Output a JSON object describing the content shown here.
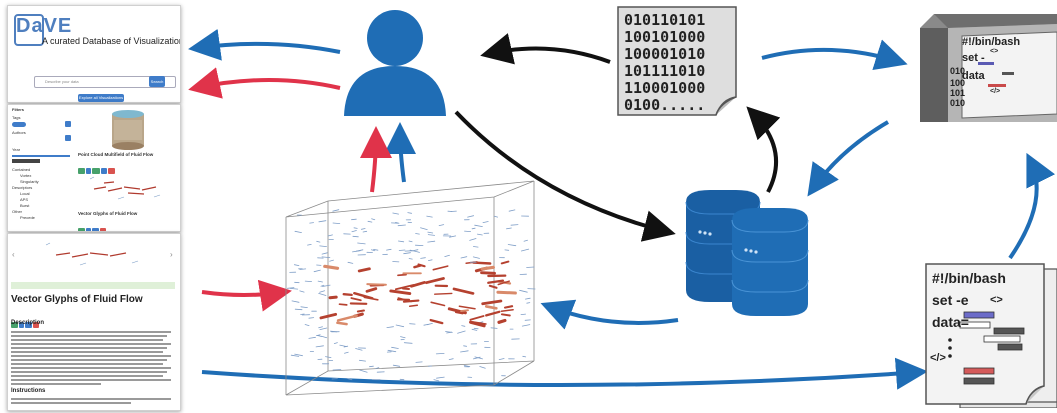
{
  "website_card": {
    "logo": "DaVE",
    "tagline": "A curated Database of Visualization Examples",
    "search_placeholder": "Describe your data",
    "search_button": "Search",
    "explore_button": "Explore all Visualizations"
  },
  "filter_card": {
    "filters_label": "Filters",
    "labels": [
      "Tags",
      "Authors",
      "Year",
      "Contained",
      "Vortex",
      "Singularity",
      "Descriptors",
      "Local",
      "APS",
      "Burst",
      "Other",
      "Precede"
    ],
    "item1_title": "Point Cloud Multifield of Fluid Flow",
    "item2_title": "Vector Glyphs of Fluid Flow",
    "tag_colors": [
      "#47a16b",
      "#3f7cc9",
      "#47a16b",
      "#3f7cc9",
      "#d9534f"
    ]
  },
  "detail_card": {
    "title": "Vector Glyphs of Fluid Flow",
    "description_heading": "Description",
    "instructions_heading": "Instructions"
  },
  "binary_doc": {
    "lines": [
      "010110101",
      "100101000",
      "100001010",
      "101111010",
      "110001000",
      "0100....."
    ]
  },
  "script_doc": {
    "shebang": "#!/bin/bash",
    "set_line": "set -e",
    "data_line": "data=",
    "open_tag": "<>",
    "close_tag": "</>"
  },
  "box_doc": {
    "shebang": "#!/bin/bash",
    "set_line": "set -",
    "data_line": "data",
    "binary_fragments": [
      "010",
      "100",
      "101",
      "010"
    ],
    "open_tag": "<>",
    "close_tag": "</>"
  },
  "colors": {
    "arrow_blue": "#1f6db5",
    "arrow_red": "#e0334a",
    "arrow_black": "#111111",
    "user_blue": "#1f6db5",
    "server_blue": "#1f6db5"
  },
  "icons": {
    "user": "user-silhouette-icon",
    "server": "server-stack-icon",
    "binary": "binary-file-icon",
    "script": "script-file-icon",
    "box": "container-box-icon",
    "visualization": "vector-field-visualization"
  }
}
